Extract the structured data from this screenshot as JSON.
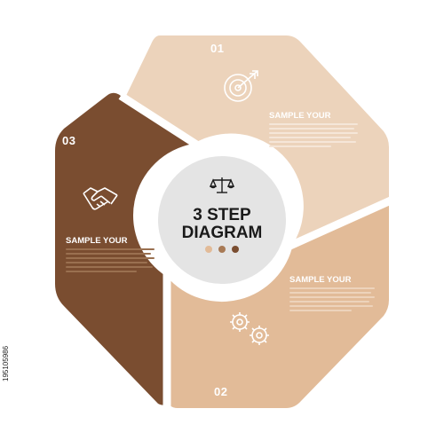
{
  "diagram": {
    "title_line1": "3 STEP",
    "title_line2": "DIAGRAM",
    "steps": [
      {
        "number": "01",
        "heading": "SAMPLE YOUR",
        "icon": "target-icon",
        "color": "#ecd3bb"
      },
      {
        "number": "02",
        "heading": "SAMPLE YOUR",
        "icon": "gears-icon",
        "color": "#e2bb98"
      },
      {
        "number": "03",
        "heading": "SAMPLE YOUR",
        "icon": "handshake-icon",
        "color": "#7a4d30"
      }
    ],
    "center_icon": "scales-icon",
    "dots": [
      "#e2bb98",
      "#a87a55",
      "#7a4d30"
    ]
  },
  "watermark": {
    "side_id": "195105986"
  }
}
